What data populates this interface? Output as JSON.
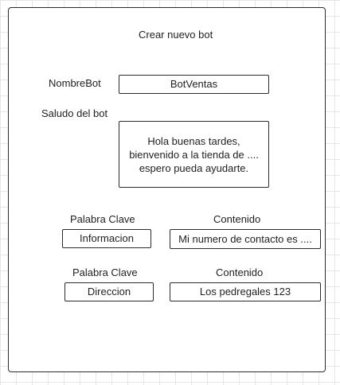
{
  "form": {
    "title": "Crear nuevo bot",
    "name_label": "NombreBot",
    "name_value": "BotVentas",
    "greeting_label": "Saludo del bot",
    "greeting_value": "Hola buenas tardes,\nbienvenido a la tienda de ....\nespero pueda ayudarte."
  },
  "keywords": [
    {
      "keyword_label": "Palabra Clave",
      "content_label": "Contenido",
      "keyword_value": "Informacion",
      "content_value": "Mi numero de contacto es ...."
    },
    {
      "keyword_label": "Palabra Clave",
      "content_label": "Contenido",
      "keyword_value": "Direccion",
      "content_value": "Los pedregales 123"
    }
  ]
}
